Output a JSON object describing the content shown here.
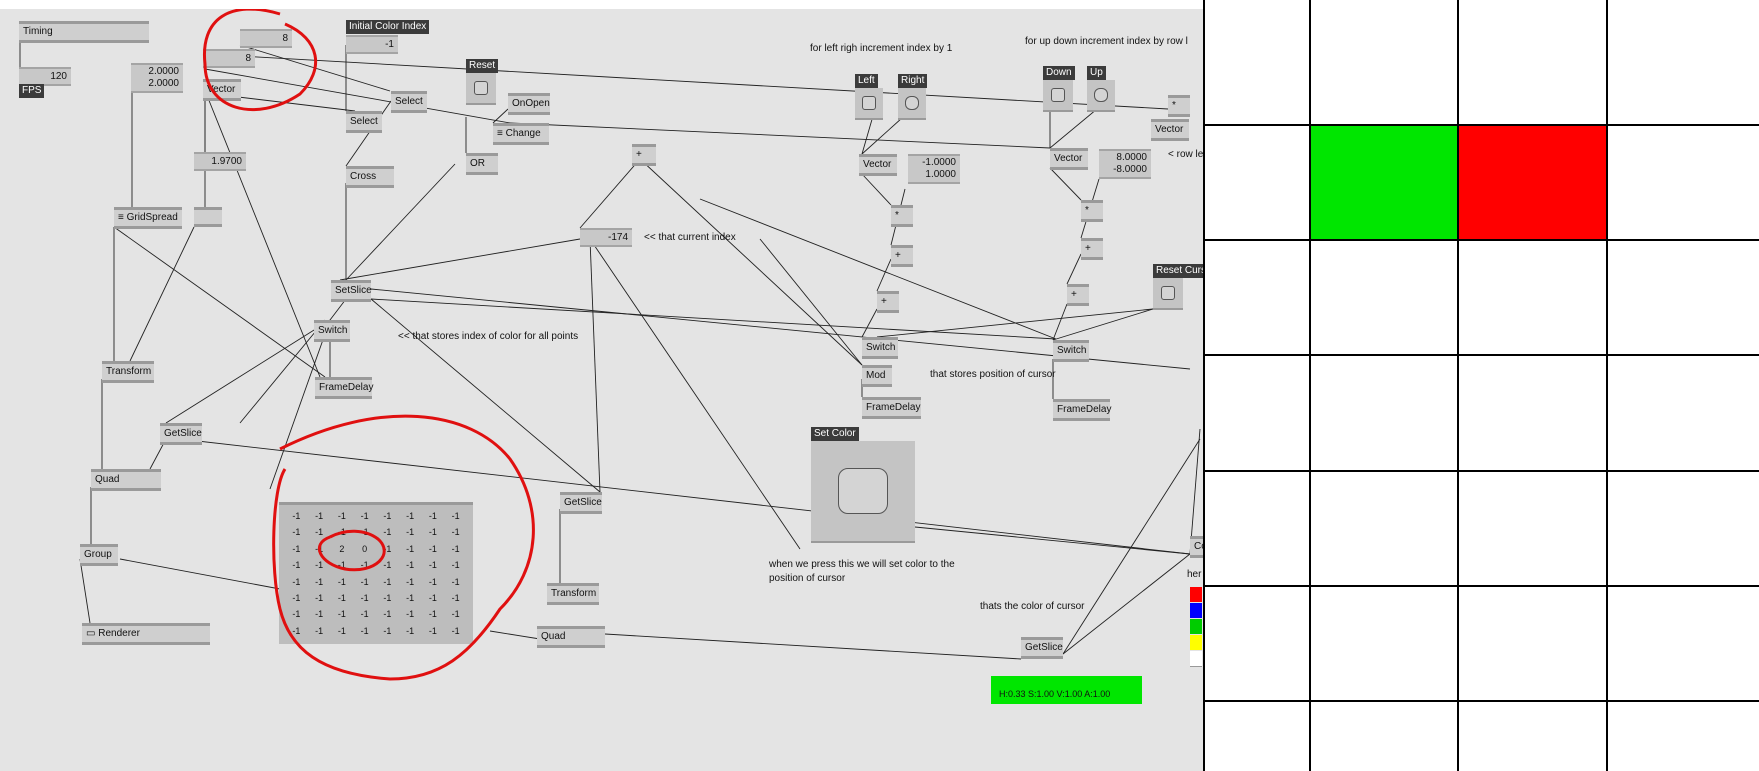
{
  "nodes": {
    "timing": "Timing",
    "fps_value": "120",
    "fps_label": "FPS",
    "res_x": "8",
    "res_y": "8",
    "spread_a": "2.0000",
    "spread_b": "2.0000",
    "vector": "Vector",
    "size_value": "1.9700",
    "gridspread": "GridSpread",
    "transform": "Transform",
    "getslice": "GetSlice",
    "quad": "Quad",
    "group": "Group",
    "renderer": "Renderer",
    "initial_color_index": "Initial Color Index",
    "initial_value": "-1",
    "select": "Select",
    "cross": "Cross",
    "setslice": "SetSlice",
    "switch": "Switch",
    "framedelay": "FrameDelay",
    "reset": "Reset",
    "onopen": "OnOpen",
    "change": "Change",
    "or": "OR",
    "plus": "+",
    "multiply": "*",
    "current_index": "-174",
    "left": "Left",
    "right": "Right",
    "lr_value_a": "-1.0000",
    "lr_value_b": "1.0000",
    "mod": "Mod",
    "down": "Down",
    "up": "Up",
    "ud_value_a": "8.0000",
    "ud_value_b": "-8.0000",
    "reset_cursor": "Reset Curs",
    "set_color": "Set Color",
    "color_partial": "Co",
    "here_partial": "her",
    "cursor_color_readout": "H:0.33  S:1.00  V:1.00  A:1.00"
  },
  "notes": {
    "lr": "for left righ increment index by 1",
    "ud": "for up down increment index by row l",
    "row_partial": "< row le",
    "current_index": "<< that current index",
    "stores_index": "<< that stores index of color for all points",
    "stores_cursor": "that stores position of cursor",
    "set_color_line1": "when we press this we will set color to the",
    "set_color_line2": "position of cursor",
    "cursor_color": "thats the color of cursor"
  },
  "matrix": [
    [
      "-1",
      "-1",
      "-1",
      "-1",
      "-1",
      "-1",
      "-1",
      "-1"
    ],
    [
      "-1",
      "-1",
      "-1",
      "-1",
      "-1",
      "-1",
      "-1",
      "-1"
    ],
    [
      "-1",
      "-1",
      "2",
      "0",
      "-1",
      "-1",
      "-1",
      "-1"
    ],
    [
      "-1",
      "-1",
      "-1",
      "-1",
      "-1",
      "-1",
      "-1",
      "-1"
    ],
    [
      "-1",
      "-1",
      "-1",
      "-1",
      "-1",
      "-1",
      "-1",
      "-1"
    ],
    [
      "-1",
      "-1",
      "-1",
      "-1",
      "-1",
      "-1",
      "-1",
      "-1"
    ],
    [
      "-1",
      "-1",
      "-1",
      "-1",
      "-1",
      "-1",
      "-1",
      "-1"
    ],
    [
      "-1",
      "-1",
      "-1",
      "-1",
      "-1",
      "-1",
      "-1",
      "-1"
    ]
  ],
  "colors": {
    "patch_bg": "#e4e4e4",
    "annotation": "#e01010",
    "cell_green": "#00e600",
    "cell_red": "#ff0000"
  },
  "palette": [
    "#ff0000",
    "#0000ff",
    "#00cc00",
    "#ffff00",
    "#ffffff"
  ],
  "renderer_grid": {
    "filled": [
      {
        "row": 1,
        "col": 1,
        "color": "#00e600"
      },
      {
        "row": 1,
        "col": 2,
        "color": "#ff0000"
      }
    ]
  }
}
